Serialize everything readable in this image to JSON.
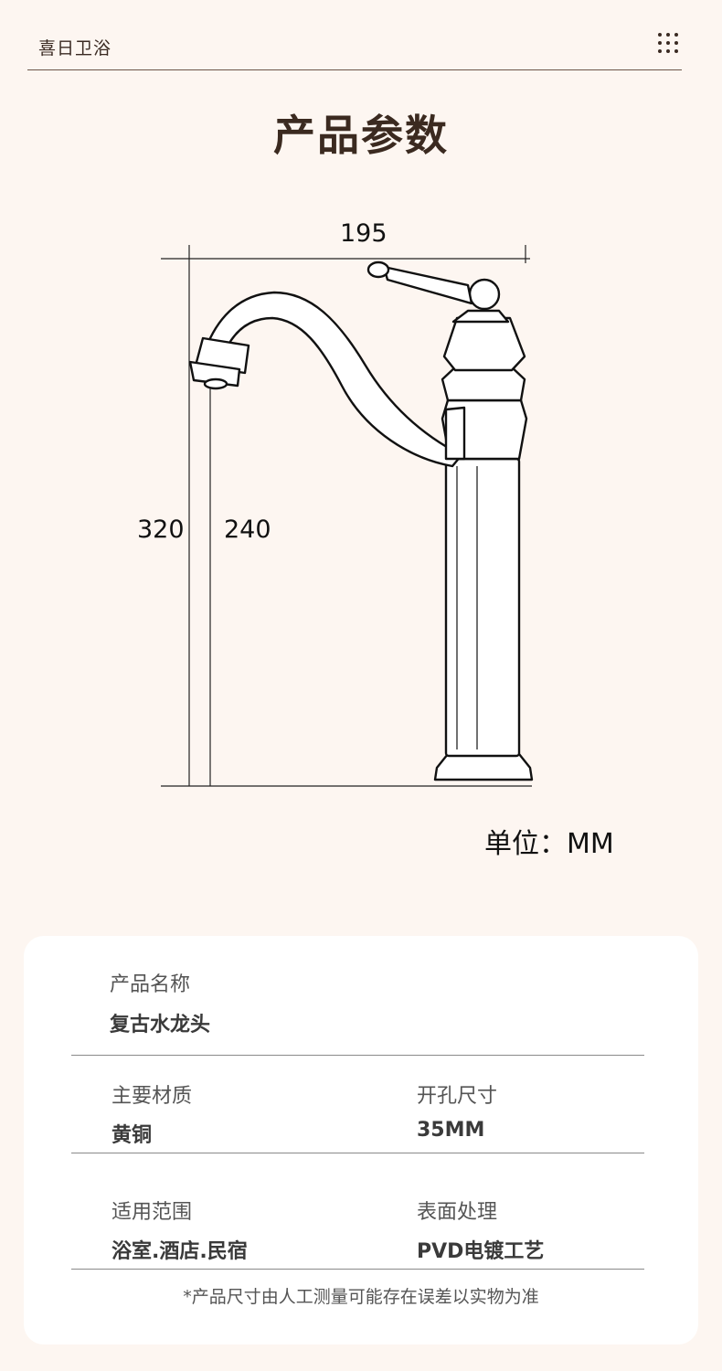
{
  "header": {
    "brand": "喜日卫浴",
    "menu_icon": "grid-dots-icon"
  },
  "page_title": "产品参数",
  "dimensions": {
    "width": "195",
    "total_height": "320",
    "spout_height": "240"
  },
  "unit_label": "单位：MM",
  "specs": {
    "name_label": "产品名称",
    "name_value": "复古水龙头",
    "material_label": "主要材质",
    "material_value": "黄铜",
    "hole_label": "开孔尺寸",
    "hole_value": "35MM",
    "usage_label": "适用范围",
    "usage_value": "浴室.酒店.民宿",
    "finish_label": "表面处理",
    "finish_value": "PVD电镀工艺",
    "note": "*产品尺寸由人工测量可能存在误差以实物为准"
  }
}
